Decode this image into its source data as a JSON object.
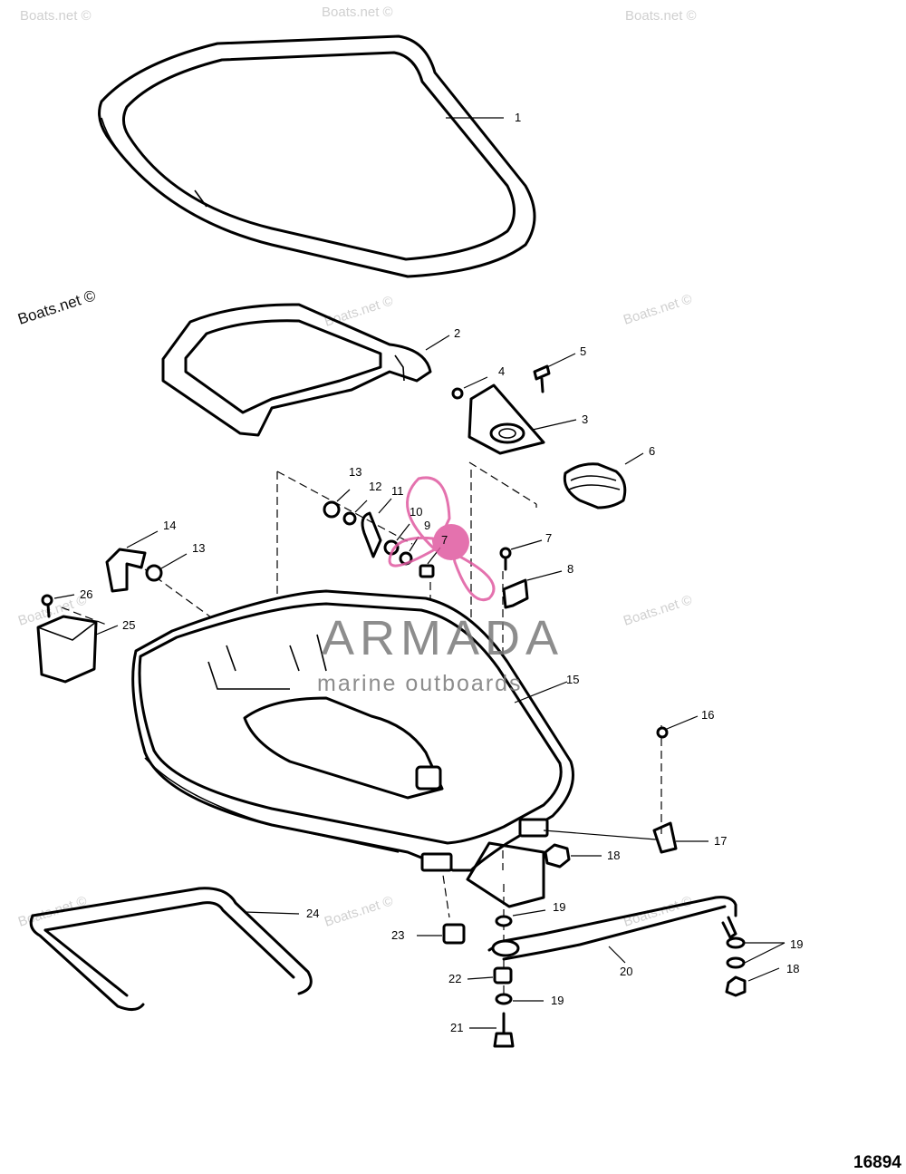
{
  "diagram_id": "16894",
  "brand": {
    "name": "ARMADA",
    "tagline": "marine outboards",
    "accent_color": "#e05aa0"
  },
  "watermarks": [
    "Boats.net ©"
  ],
  "callouts": [
    "1",
    "2",
    "3",
    "4",
    "5",
    "6",
    "7",
    "8",
    "9",
    "10",
    "11",
    "12",
    "13",
    "14",
    "15",
    "16",
    "17",
    "18",
    "19",
    "20",
    "21",
    "22",
    "23",
    "24",
    "25",
    "26"
  ],
  "icons": [
    "propeller-logo-icon"
  ]
}
